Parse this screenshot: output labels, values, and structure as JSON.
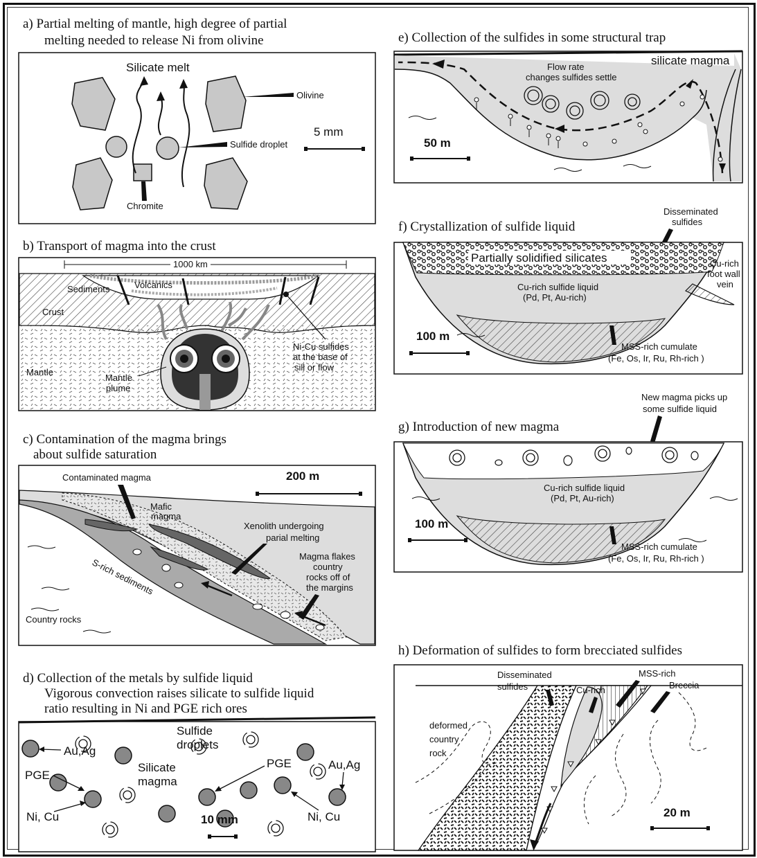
{
  "panels": {
    "a": {
      "caption_1": "a)  Partial melting of mantle, high degree of partial",
      "caption_2": "melting needed to release Ni from olivine",
      "silicate_melt": "Silicate melt",
      "olivine": "Olivine",
      "sulfide_droplet": "Sulfide droplet",
      "chromite": "Chromite",
      "scale": "5 mm"
    },
    "b": {
      "caption": "b)  Transport of magma into the crust",
      "scale": "1000 km",
      "sediments": "Sediments",
      "volcanics": "Volcanics",
      "crust": "Crust",
      "mantle": "Mantle",
      "plume_1": "Mantle",
      "plume_2": "plume",
      "nicu_1": "Ni-Cu sulfides",
      "nicu_2": "at the base of",
      "nicu_3": "sill or flow"
    },
    "c": {
      "caption_1": "c) Contamination of the magma brings",
      "caption_2": "about sulfide saturation",
      "contaminated": "Contaminated magma",
      "scale": "200 m",
      "mafic_1": "Mafic",
      "mafic_2": "magma",
      "xeno_1": "Xenolith undergoing",
      "xeno_2": "parial melting",
      "flakes_1": "Magma flakes",
      "flakes_2": "country",
      "flakes_3": "rocks off of",
      "flakes_4": "the margins",
      "srich": "S-rich sediments",
      "country": "Country rocks"
    },
    "d": {
      "caption_1": "d)  Collection of the metals by sulfide liquid",
      "caption_2": "Vigorous convection raises silicate to sulfide liquid",
      "caption_3": "ratio resulting in Ni and PGE rich ores",
      "auag": "Au,Ag",
      "sulfide_1": "Sulfide",
      "sulfide_2": "droplets",
      "pge": "PGE",
      "silicate_1": "Silicate",
      "silicate_2": "magma",
      "nicu": "Ni, Cu",
      "scale": "10 mm"
    },
    "e": {
      "caption": "e)  Collection of the sulfides in some structural trap",
      "silicate": "silicate magma",
      "flow_1": "Flow rate",
      "flow_2": "changes sulfides settle",
      "scale": "50 m"
    },
    "f": {
      "caption": "f)  Crystallization of sulfide liquid",
      "diss_1": "Disseminated",
      "diss_2": "sulfides",
      "partial": "Partially solidified silicates",
      "cu_1": "Cu-rich",
      "cu_2": "foot wall",
      "cu_3": "vein",
      "liquid_1": "Cu-rich sulfide liquid",
      "liquid_2": "(Pd, Pt, Au-rich)",
      "scale": "100 m",
      "mss_1": "MSS-rich cumulate",
      "mss_2": "(Fe, Os, Ir, Ru, Rh-rich )"
    },
    "g": {
      "caption": "g)  Introduction of new magma",
      "new_1": "New magma picks up",
      "new_2": "some sulfide liquid",
      "liquid_1": "Cu-rich sulfide liquid",
      "liquid_2": "(Pd, Pt, Au-rich)",
      "scale": "100 m",
      "mss_1": "MSS-rich cumulate",
      "mss_2": "(Fe, Os, Ir, Ru, Rh-rich )"
    },
    "h": {
      "caption": "h)  Deformation of sulfides to form brecciated sulfides",
      "diss_1": "Disseminated",
      "diss_2": "sulfides",
      "cu": "Cu-rich",
      "mss": "MSS-rich",
      "breccia": "Breccia",
      "def_1": "deformed",
      "def_2": "country",
      "def_3": "rock",
      "scale": "20 m"
    }
  },
  "colors": {
    "gray": "#c8c8c8",
    "dark": "#555555"
  }
}
